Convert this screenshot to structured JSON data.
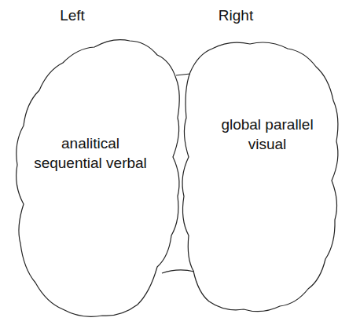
{
  "diagram": {
    "nodes": [
      {
        "text": [
          "Left",
          "analitical sequential verbal"
        ]
      },
      {
        "text": [
          "Right",
          "global parallel visual"
        ]
      }
    ],
    "edges": [
      {
        "from": 0,
        "to": 1,
        "arrow": "none"
      },
      {
        "from": 0,
        "to": 1,
        "arrow": "none"
      }
    ]
  }
}
